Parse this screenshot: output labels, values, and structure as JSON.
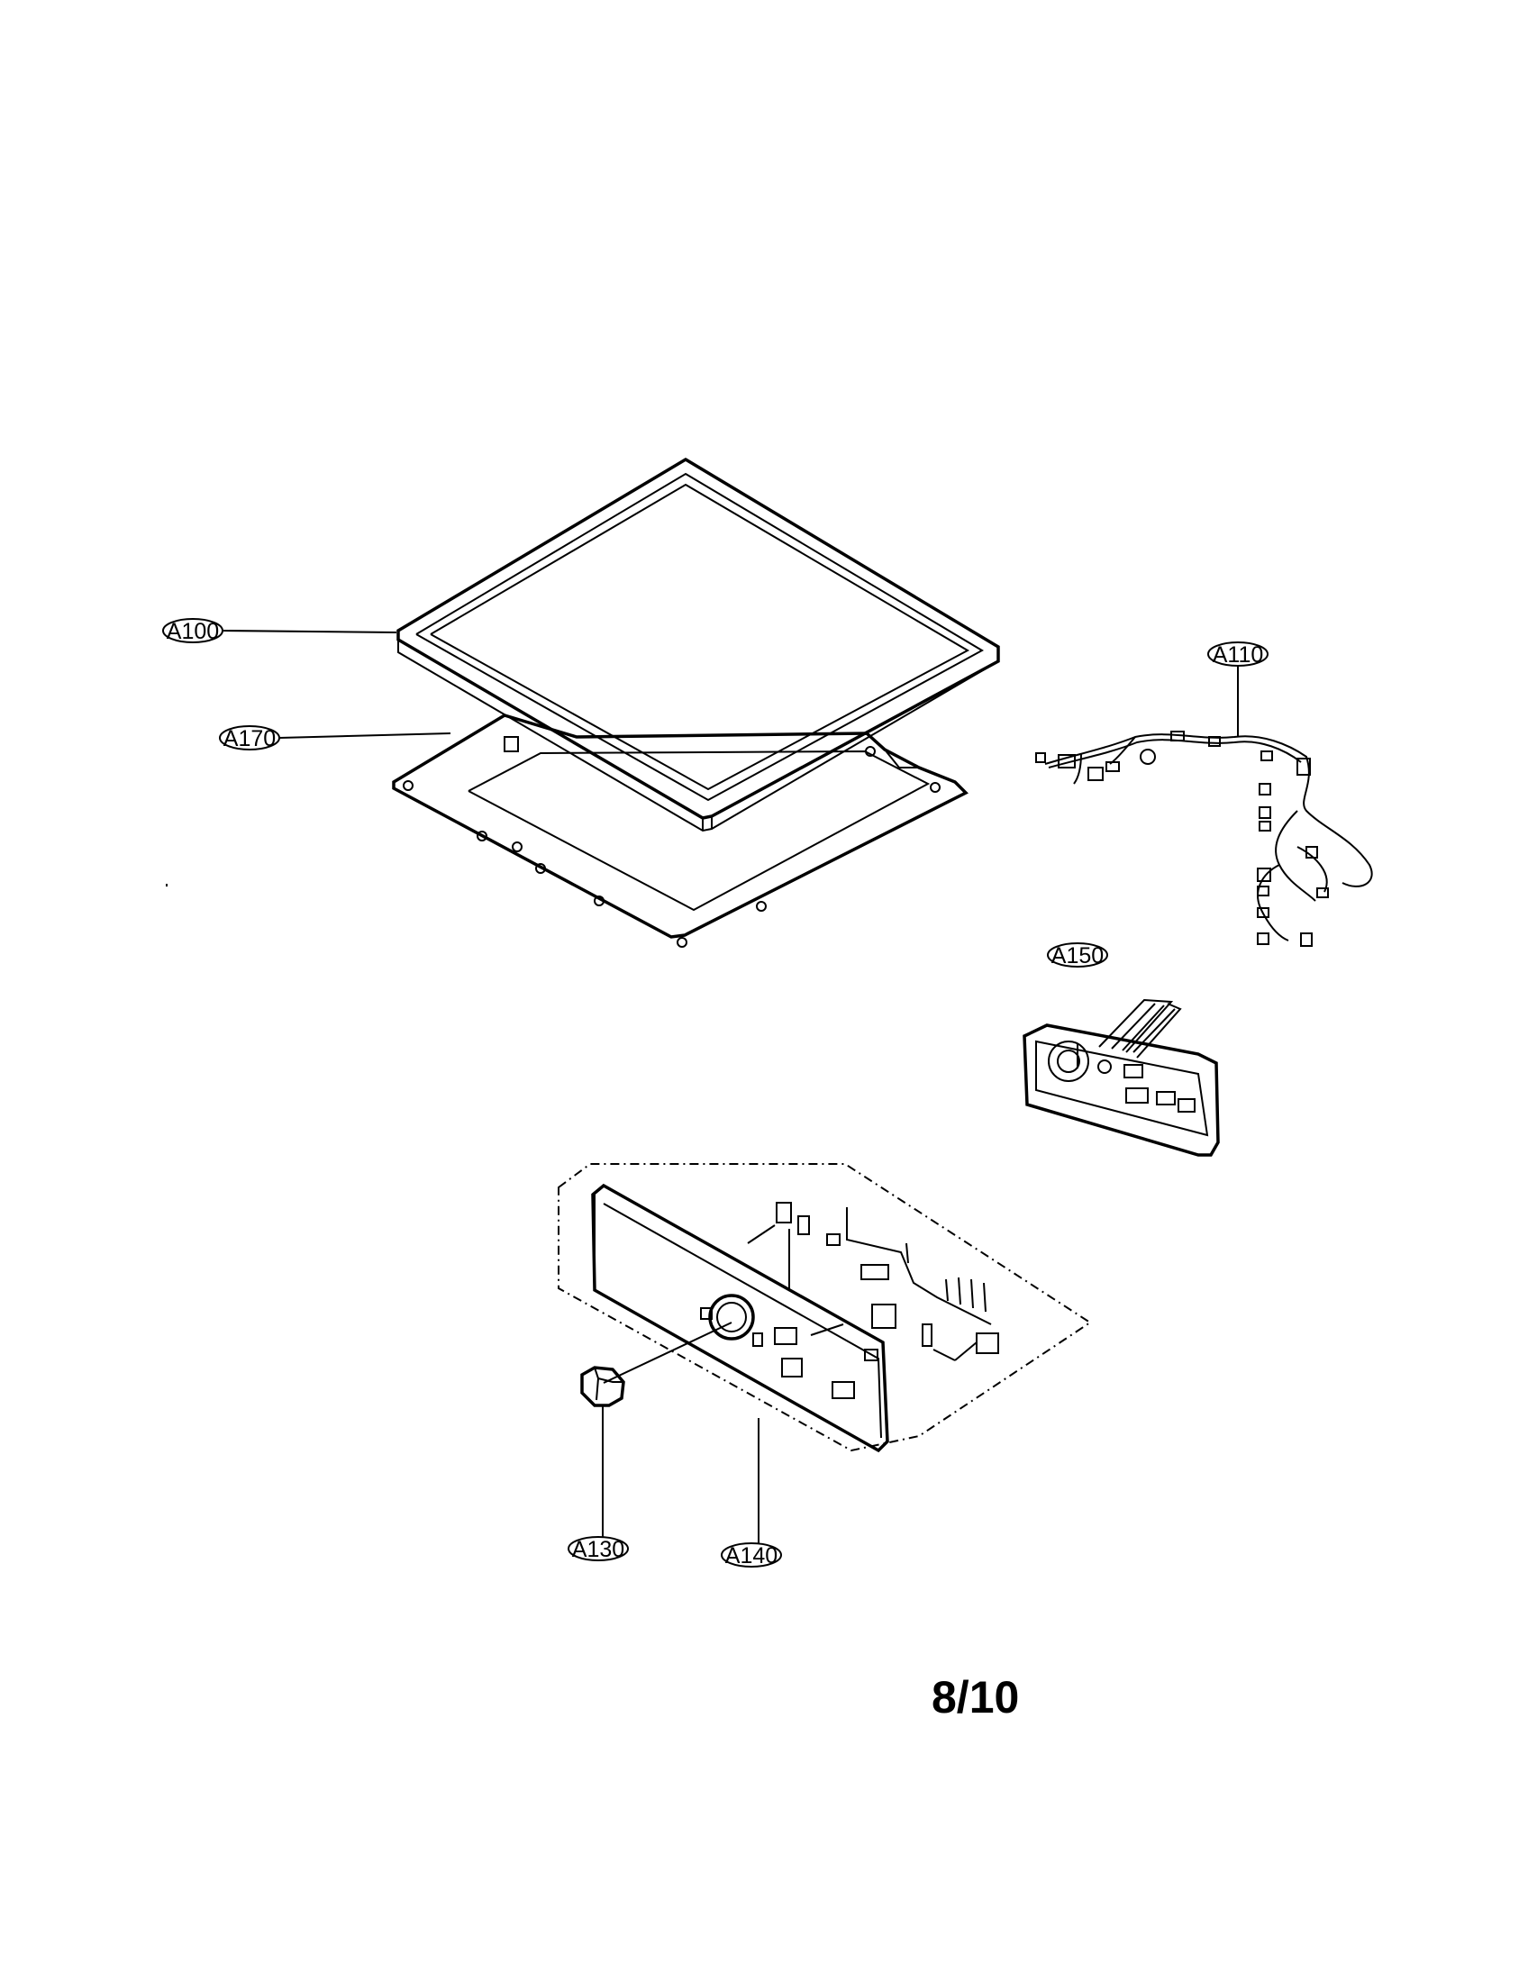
{
  "callouts": {
    "a100": "A100",
    "a110": "A110",
    "a130": "A130",
    "a140": "A140",
    "a150": "A150",
    "a170": "A170"
  },
  "page_number": "8/10"
}
